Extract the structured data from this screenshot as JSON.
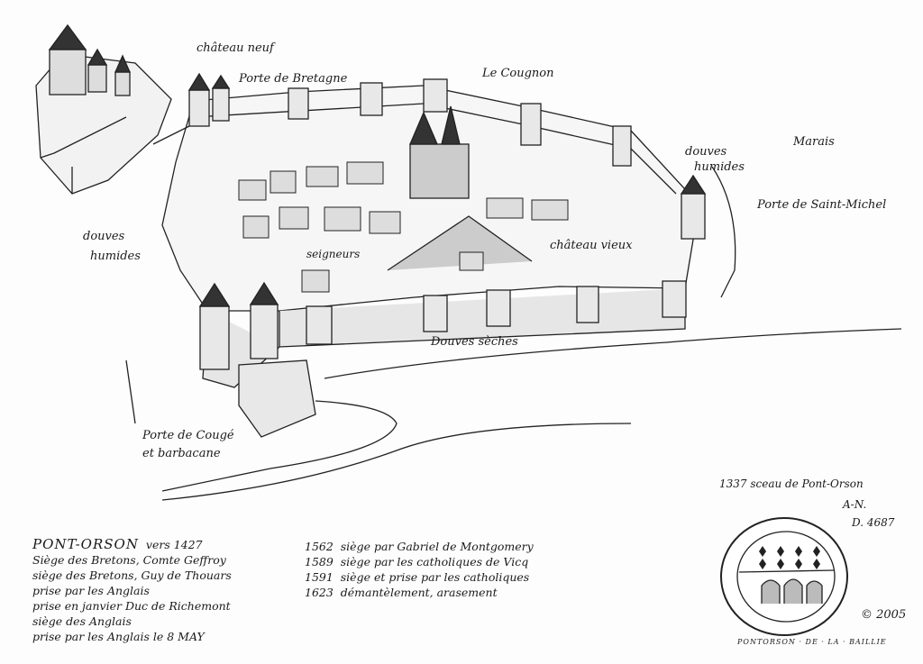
{
  "labels": {
    "chateau_neuf": "château neuf",
    "porte_bretagne": "Porte de Bretagne",
    "cougnon": "Le Cougnon",
    "marais": "Marais",
    "douves_humides_right": [
      "douves",
      "humides"
    ],
    "porte_saint_michel": "Porte de Saint-Michel",
    "douves_humides_left": [
      "douves",
      "humides"
    ],
    "seigneurs": "seigneurs",
    "chateau_vieux": "château vieux",
    "douves_seches": "Douves sèches",
    "porte_couge": [
      "Porte de Cougé",
      "et barbacane"
    ]
  },
  "history_left": {
    "title": "PONT-ORSON",
    "year": "vers 1427",
    "lines": [
      "Siège des Bretons, Comte Geffroy",
      "siège des Bretons, Guy de Thouars",
      "prise par les Anglais",
      "prise en janvier  Duc de Richemont",
      "siège des Anglais",
      "prise par les Anglais le 8 MAY"
    ]
  },
  "history_right": [
    {
      "year": "1562",
      "text": "siège par Gabriel de Montgomery"
    },
    {
      "year": "1589",
      "text": "siège par les catholiques de Vicq"
    },
    {
      "year": "1591",
      "text": "siège et prise par les catholiques"
    },
    {
      "year": "1623",
      "text": "démantèlement, arasement"
    }
  ],
  "seal": {
    "caption": "1337 sceau de Pont-Orson",
    "ref1": "A-N.",
    "ref2": "D. 4687",
    "ring_text": "PONTORSON · DE · LA · BAILLIE"
  },
  "copyright": "© 2005"
}
